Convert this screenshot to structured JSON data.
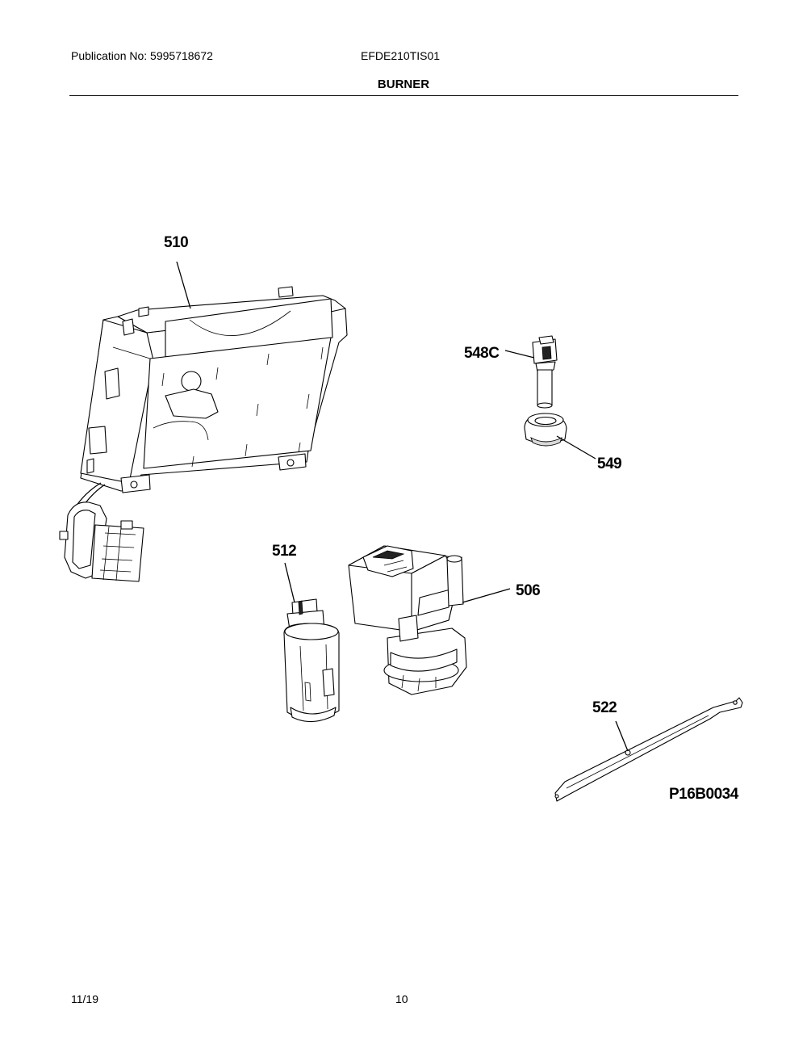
{
  "header": {
    "publication": "Publication No: 5995718672",
    "model": "EFDE210TIS01",
    "section_title": "BURNER"
  },
  "callouts": {
    "p510": "510",
    "p548c": "548C",
    "p549": "549",
    "p512": "512",
    "p506": "506",
    "p522": "522",
    "figure_id": "P16B0034"
  },
  "footer": {
    "date": "11/19",
    "page": "10"
  }
}
